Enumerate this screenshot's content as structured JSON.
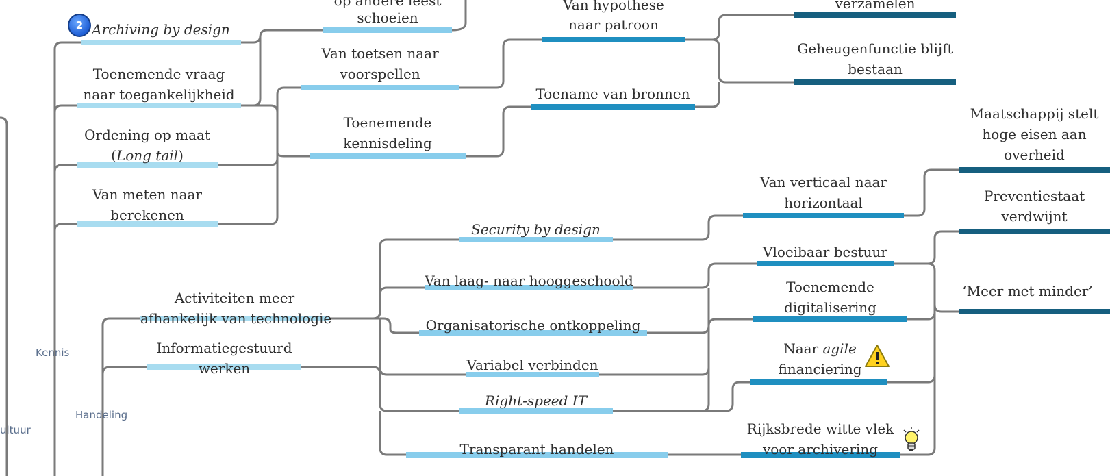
{
  "colors": {
    "connector": "#7a7a7a",
    "bar_light": "#a8dcf0",
    "bar_mid": "#88cdec",
    "bar_blue": "#1f8fc0",
    "bar_dark": "#165f7f"
  },
  "badge": {
    "number": "2"
  },
  "axis": {
    "kennis": "Kennis",
    "handeling": "Handeling",
    "cultuur": "ultuur"
  },
  "nodes": {
    "archiving_by_design": "Archiving by design",
    "toenemende_vraag_1": "Toenemende vraag",
    "toenemende_vraag_2": "naar toegankelijkheid",
    "ordening_1": "Ordening op maat",
    "ordening_2": "Long tail",
    "meten_1": "Van meten naar",
    "meten_2": "berekenen",
    "andere_leest_1": "op andere leest",
    "andere_leest_2": "schoeien",
    "toetsen_1": "Van toetsen naar",
    "toetsen_2": "voorspellen",
    "kennisdeling_1": "Toenemende",
    "kennisdeling_2": "kennisdeling",
    "hypothese_1": "Van hypothese",
    "hypothese_2": "naar patroon",
    "toename_bronnen": "Toename van bronnen",
    "verzamelen": "verzamelen",
    "geheugen_1": "Geheugenfunctie blijft",
    "geheugen_2": "bestaan",
    "activiteiten_1": "Activiteiten meer",
    "activiteiten_2": "afhankelijk van technologie",
    "informatie_1": "Informatiegestuurd",
    "informatie_2": "werken",
    "security": "Security by design",
    "laag_hoog": "Van laag- naar hooggeschoold",
    "ontkoppeling": "Organisatorische ontkoppeling",
    "variabel": "Variabel verbinden",
    "right_speed": "Right-speed IT",
    "transparant": "Transparant handelen",
    "verticaal_1": "Van verticaal naar",
    "verticaal_2": "horizontaal",
    "vloeibaar": "Vloeibaar bestuur",
    "digitalisering_1": "Toenemende",
    "digitalisering_2": "digitalisering",
    "agile_1a": "Naar ",
    "agile_1b": "agile",
    "agile_2": "financiering",
    "witte_vlek_1": "Rijksbrede witte vlek",
    "witte_vlek_2": "voor archivering",
    "maatschappij_1": "Maatschappij stelt",
    "maatschappij_2": "hoge eisen aan",
    "maatschappij_3": "overheid",
    "preventie_1": "Preventiestaat",
    "preventie_2": "verdwijnt",
    "meer_minder": "‘Meer met minder’"
  },
  "icons": [
    "warning-icon",
    "lightbulb-icon"
  ]
}
